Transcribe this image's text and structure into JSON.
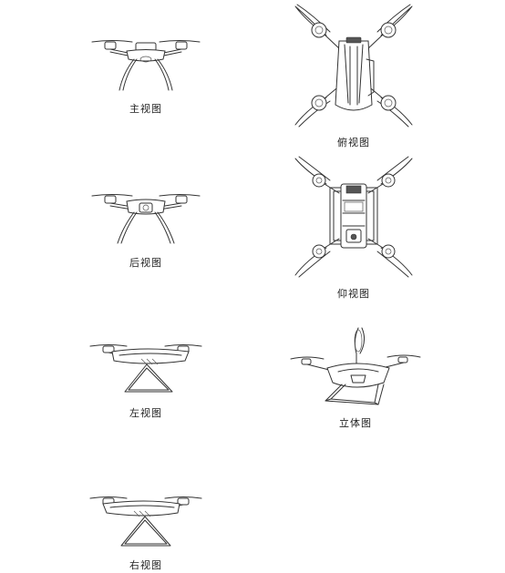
{
  "views": {
    "front": "主视图",
    "top": "俯视图",
    "back": "后视图",
    "bottom": "仰视图",
    "left": "左视图",
    "perspective": "立体图",
    "right": "右视图"
  }
}
